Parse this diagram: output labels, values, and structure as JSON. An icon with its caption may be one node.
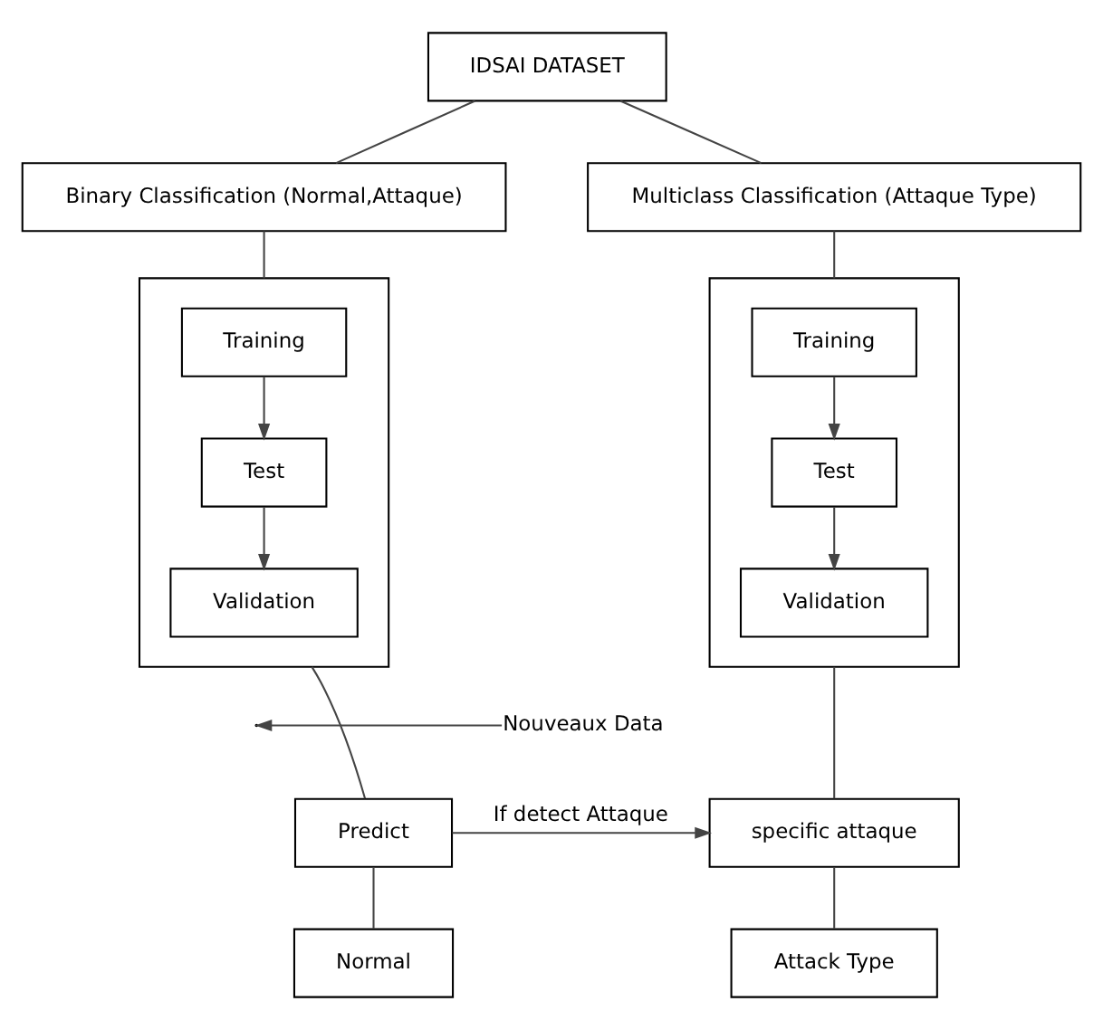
{
  "diagram": {
    "nodes": [
      {
        "text": [
          "IDSAI DATASET"
        ]
      },
      {
        "text": [
          "Binary Classification (Normal,Attaque)"
        ]
      },
      {
        "text": [
          "Multiclass Classification (Attaque Type)"
        ]
      },
      {
        "text": [],
        "shape": "box"
      },
      {
        "text": [
          "Training"
        ],
        "in": 3
      },
      {
        "text": [
          "Test"
        ],
        "in": 3
      },
      {
        "text": [
          "Validation"
        ],
        "in": 3
      },
      {
        "text": [],
        "shape": "box"
      },
      {
        "text": [
          "Training"
        ],
        "in": 7
      },
      {
        "text": [
          "Test"
        ],
        "in": 7
      },
      {
        "text": [
          "Validation"
        ],
        "in": 7
      },
      {
        "text": [
          "Nouveaux Data"
        ]
      },
      {
        "text": [
          "Predict"
        ]
      },
      {
        "text": [
          "specific attaque"
        ]
      },
      {
        "text": [
          "Normal"
        ]
      },
      {
        "text": [
          "Attack Type"
        ]
      }
    ],
    "edges": [
      {
        "from": 0,
        "to": 1,
        "arrow": "none"
      },
      {
        "from": 0,
        "to": 2,
        "arrow": "none"
      },
      {
        "from": 1,
        "to": 3,
        "arrow": "none"
      },
      {
        "from": 2,
        "to": 7,
        "arrow": "none"
      },
      {
        "from": 4,
        "to": 5,
        "arrow": "to"
      },
      {
        "from": 5,
        "to": 6,
        "arrow": "to"
      },
      {
        "from": 8,
        "to": 9,
        "arrow": "to"
      },
      {
        "from": 9,
        "to": 10,
        "arrow": "to"
      },
      {
        "from": 3,
        "to": 12,
        "arrow": "none"
      },
      {
        "from": 7,
        "to": 13,
        "arrow": "none"
      },
      {
        "from": 11,
        "to": null,
        "arrow": "to"
      },
      {
        "from": 12,
        "to": 13,
        "label": "If detect Attaque",
        "arrow": "to"
      },
      {
        "from": 12,
        "to": 14,
        "arrow": "none"
      },
      {
        "from": 13,
        "to": 15,
        "arrow": "none"
      }
    ]
  }
}
